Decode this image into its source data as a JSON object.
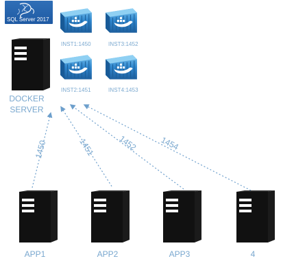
{
  "colors": {
    "label": "#7aa8cf",
    "arrow": "#6d9fcc",
    "server": "#111111",
    "container_blue": "#2f86cd"
  },
  "sql_logo": {
    "text": "SQL Server 2017"
  },
  "docker_server": {
    "label_line1": "DOCKER",
    "label_line2": "SERVER"
  },
  "instances": [
    {
      "label": "INST1:1450",
      "icon": "docker-container-icon"
    },
    {
      "label": "INST3:1452",
      "icon": "docker-container-icon"
    },
    {
      "label": "INST2:1451",
      "icon": "docker-container-icon"
    },
    {
      "label": "INST4:1453",
      "icon": "docker-container-icon"
    }
  ],
  "apps": [
    {
      "label": "APP1",
      "port": "1450",
      "icon": "server-icon"
    },
    {
      "label": "APP2",
      "port": "1451",
      "icon": "server-icon"
    },
    {
      "label": "APP3",
      "port": "1452",
      "icon": "server-icon"
    },
    {
      "label": "4",
      "port": "1454",
      "icon": "server-icon"
    }
  ]
}
